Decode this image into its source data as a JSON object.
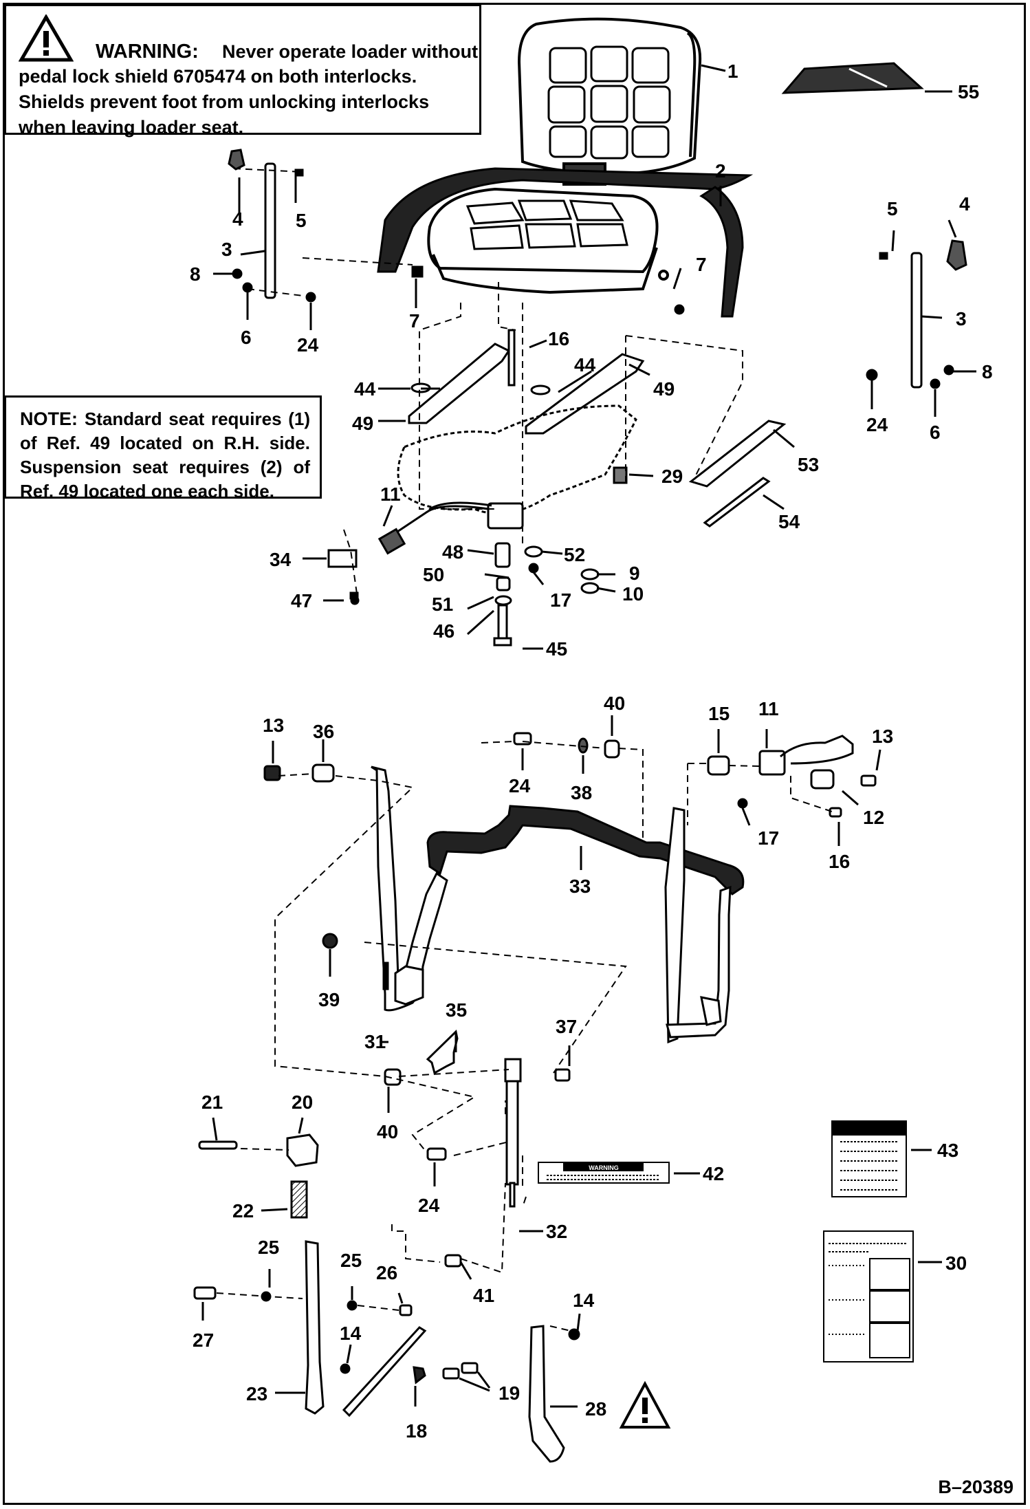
{
  "warning": {
    "heading": "WARNING:",
    "text_first": "Never operate loader without",
    "text_rest": "pedal lock shield 6705474 on both interlocks. Shields prevent foot from unlocking interlocks when leaving loader seat."
  },
  "note": {
    "heading": "NOTE:",
    "text": "Standard seat requires (1) of Ref. 49 located on R.H. side. Suspension seat requires (2) of Ref. 49 located one each side."
  },
  "part_labels": [
    "1",
    "2",
    "3",
    "4",
    "5",
    "6",
    "7",
    "8",
    "9",
    "10",
    "11",
    "12",
    "13",
    "14",
    "15",
    "16",
    "17",
    "18",
    "19",
    "20",
    "21",
    "22",
    "23",
    "24",
    "25",
    "26",
    "27",
    "28",
    "29",
    "30",
    "31",
    "32",
    "33",
    "34",
    "35",
    "36",
    "37",
    "38",
    "39",
    "40",
    "41",
    "42",
    "43",
    "44",
    "45",
    "46",
    "47",
    "48",
    "49",
    "50",
    "51",
    "52",
    "53",
    "54",
    "55"
  ],
  "decal_text": "WARNING",
  "figure_number": "B–20389"
}
